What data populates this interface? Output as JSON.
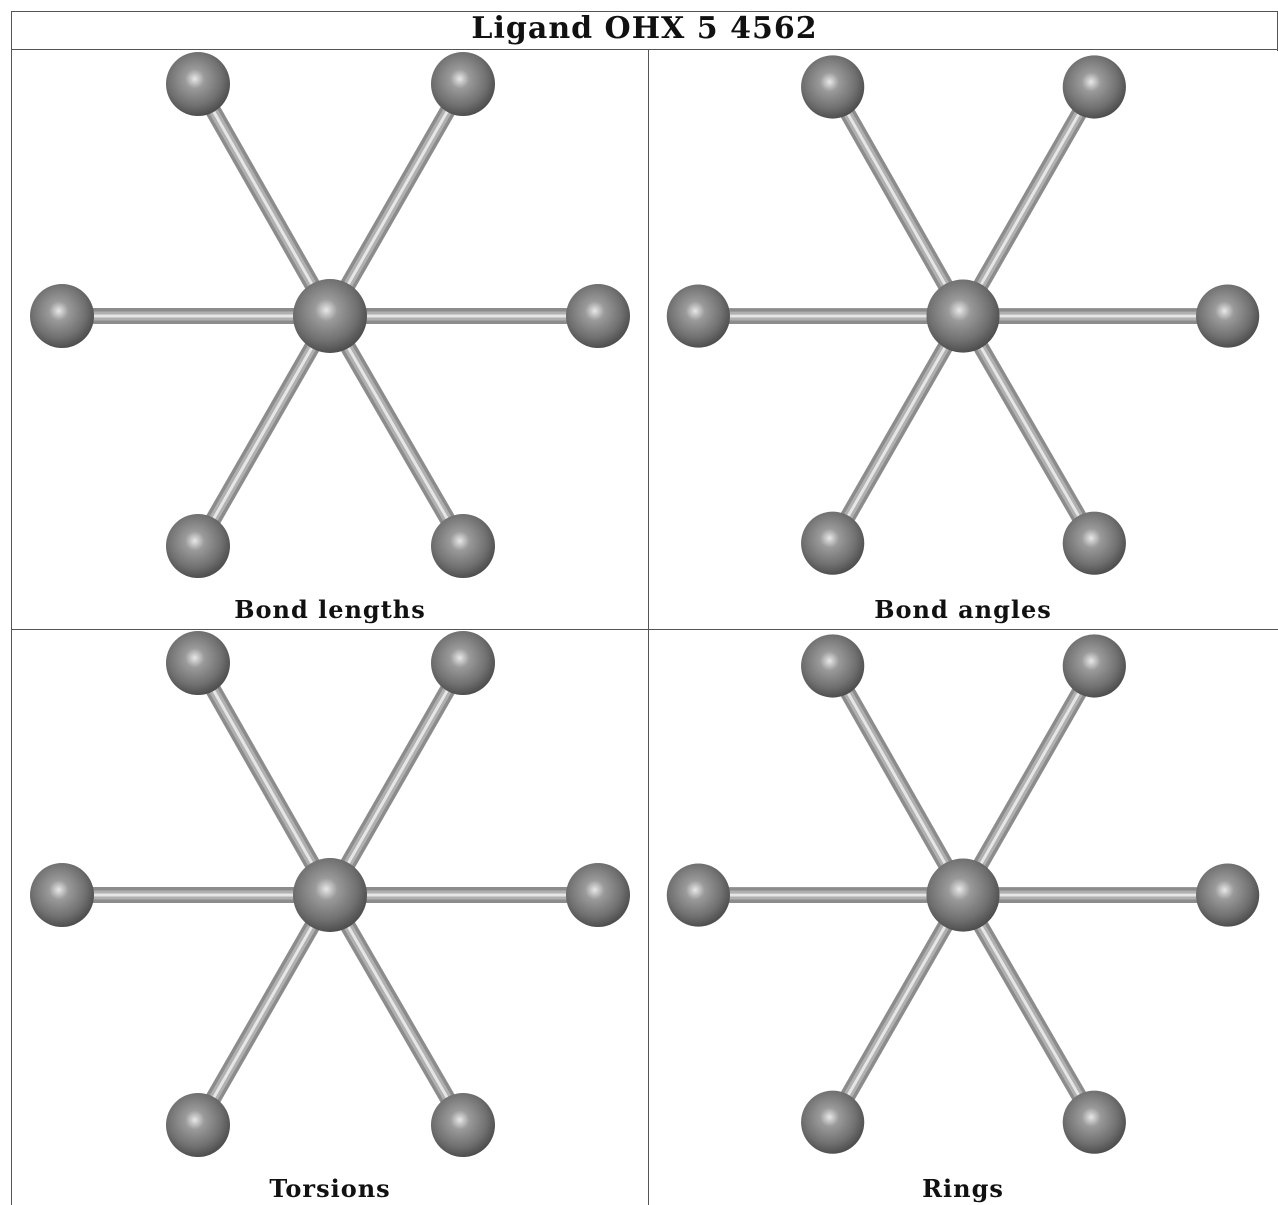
{
  "title": "Ligand OHX 5 4562",
  "panels": [
    {
      "caption": "Bond lengths"
    },
    {
      "caption": "Bond angles"
    },
    {
      "caption": "Torsions"
    },
    {
      "caption": "Rings"
    }
  ],
  "colors": {
    "atom": "#707070",
    "bond": "#b0b0b0",
    "border": "#555555"
  }
}
